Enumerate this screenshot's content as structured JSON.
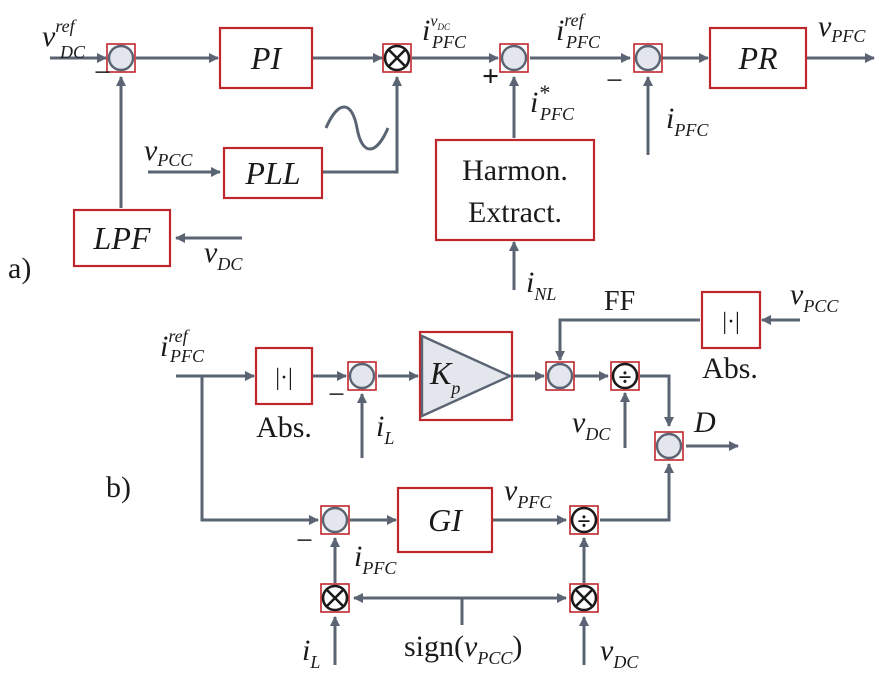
{
  "colors": {
    "box_border": "#c0272d",
    "wire": "#5a6472",
    "summer_fill": "#e3e6ec"
  },
  "panel_a": {
    "caption": "a)",
    "blocks": {
      "pi": "PI",
      "pr": "PR",
      "pll": "PLL",
      "lpf": "LPF",
      "harmon_line1": "Harmon.",
      "harmon_line2": "Extract."
    },
    "signals": {
      "v_dc_ref": {
        "main": "v",
        "sup": "ref",
        "sub": "DC"
      },
      "i_pfc_vdc": {
        "main": "i",
        "sup": "v",
        "supsub": "DC",
        "sub": "PFC"
      },
      "i_pfc_ref": {
        "main": "i",
        "sup": "ref",
        "sub": "PFC"
      },
      "v_pfc": {
        "main": "v",
        "sub": "PFC"
      },
      "i_pfc_star": {
        "main": "i",
        "sup": "*",
        "sub": "PFC"
      },
      "i_pfc": {
        "main": "i",
        "sub": "PFC"
      },
      "v_pcc": {
        "main": "v",
        "sub": "PCC"
      },
      "v_dc": {
        "main": "v",
        "sub": "DC"
      },
      "i_nl": {
        "main": "i",
        "sub": "NL"
      }
    },
    "signs": {
      "minus1": "−",
      "plus": "+",
      "minus2": "−"
    },
    "multiply": "⊗"
  },
  "panel_b": {
    "caption": "b)",
    "blocks": {
      "abs_symbol": "|·|",
      "abs_label": "Abs.",
      "kp_main": "K",
      "kp_sub": "p",
      "gi": "GI"
    },
    "signals": {
      "i_pfc_ref": {
        "main": "i",
        "sup": "ref",
        "sub": "PFC"
      },
      "i_l": {
        "main": "i",
        "sub": "L"
      },
      "ff": "FF",
      "v_pcc": {
        "main": "v",
        "sub": "PCC"
      },
      "v_dc": {
        "main": "v",
        "sub": "DC"
      },
      "d": "D",
      "v_pfc": {
        "main": "v",
        "sub": "PFC"
      },
      "i_pfc": {
        "main": "i",
        "sub": "PFC"
      },
      "sign_prefix": "sign(",
      "sign_suffix": ")"
    },
    "signs": {
      "minus1": "−",
      "minus2": "−"
    },
    "divide": "÷",
    "multiply": "⊗"
  }
}
